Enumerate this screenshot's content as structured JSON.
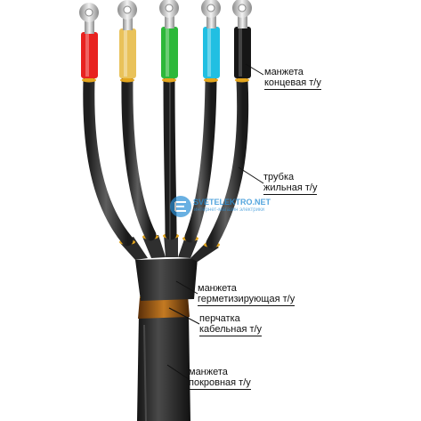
{
  "labels": {
    "end_cap": {
      "line1": "манжета",
      "line2": "концевая т/у"
    },
    "tube": {
      "line1": "трубка",
      "line2": "жильная т/у"
    },
    "sealing": {
      "line1": "манжета",
      "line2": "герметизирующая т/у"
    },
    "glove": {
      "line1": "перчатка",
      "line2": "кабельная т/у"
    },
    "cover": {
      "line1": "манжета",
      "line2": "покровная т/у"
    }
  },
  "watermark": {
    "brand": "SVETELEKTRO.NET",
    "tagline": "интернет-магазин электрики"
  },
  "colors": {
    "phase_1": "#e8221f",
    "phase_2": "#e9c25a",
    "phase_3": "#2db83a",
    "phase_4": "#21bfe2",
    "phase_5": "#161616",
    "cable": "#3c3c3c",
    "ring": "#e3a51d",
    "glove_band": "#a05a16"
  }
}
